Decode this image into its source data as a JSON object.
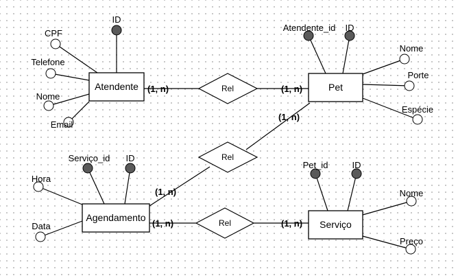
{
  "diagram": {
    "entities": [
      {
        "id": "atendente",
        "label": "Atendente"
      },
      {
        "id": "pet",
        "label": "Pet"
      },
      {
        "id": "agendamento",
        "label": "Agendamento"
      },
      {
        "id": "servico",
        "label": "Serviço"
      }
    ],
    "relationships": [
      {
        "id": "rel-atendente-pet",
        "label": "Rel",
        "cardinalities": [
          "(1, n)",
          "(1, n)"
        ]
      },
      {
        "id": "rel-agendamento-pet",
        "label": "Rel",
        "cardinalities": [
          "(1, n)",
          "(1, n)"
        ]
      },
      {
        "id": "rel-agendamento-servico",
        "label": "Rel",
        "cardinalities": [
          "(1, n)",
          "(1, n)"
        ]
      }
    ],
    "attributes": [
      {
        "id": "atendente-id",
        "entity": "atendente",
        "label": "ID",
        "key": true
      },
      {
        "id": "atendente-cpf",
        "entity": "atendente",
        "label": "CPF",
        "key": false
      },
      {
        "id": "atendente-telefone",
        "entity": "atendente",
        "label": "Telefone",
        "key": false
      },
      {
        "id": "atendente-nome",
        "entity": "atendente",
        "label": "Nome",
        "key": false
      },
      {
        "id": "atendente-email",
        "entity": "atendente",
        "label": "Email",
        "key": false
      },
      {
        "id": "pet-atendente-id",
        "entity": "pet",
        "label": "Atendente_id",
        "key": true
      },
      {
        "id": "pet-id",
        "entity": "pet",
        "label": "ID",
        "key": true
      },
      {
        "id": "pet-nome",
        "entity": "pet",
        "label": "Nome",
        "key": false
      },
      {
        "id": "pet-porte",
        "entity": "pet",
        "label": "Porte",
        "key": false
      },
      {
        "id": "pet-especie",
        "entity": "pet",
        "label": "Espécie",
        "key": false
      },
      {
        "id": "agendamento-servico-id",
        "entity": "agendamento",
        "label": "Serviço_id",
        "key": true
      },
      {
        "id": "agendamento-id",
        "entity": "agendamento",
        "label": "ID",
        "key": true
      },
      {
        "id": "agendamento-hora",
        "entity": "agendamento",
        "label": "Hora",
        "key": false
      },
      {
        "id": "agendamento-data",
        "entity": "agendamento",
        "label": "Data",
        "key": false
      },
      {
        "id": "servico-pet-id",
        "entity": "servico",
        "label": "Pet_id",
        "key": true
      },
      {
        "id": "servico-id",
        "entity": "servico",
        "label": "ID",
        "key": true
      },
      {
        "id": "servico-nome",
        "entity": "servico",
        "label": "Nome",
        "key": false
      },
      {
        "id": "servico-preco",
        "entity": "servico",
        "label": "Preço",
        "key": false
      }
    ],
    "colors": {
      "key_fill": "#5a5a5a",
      "attr_fill": "#ffffff",
      "line": "#000000",
      "grid_dot": "#b9b9b9"
    }
  }
}
